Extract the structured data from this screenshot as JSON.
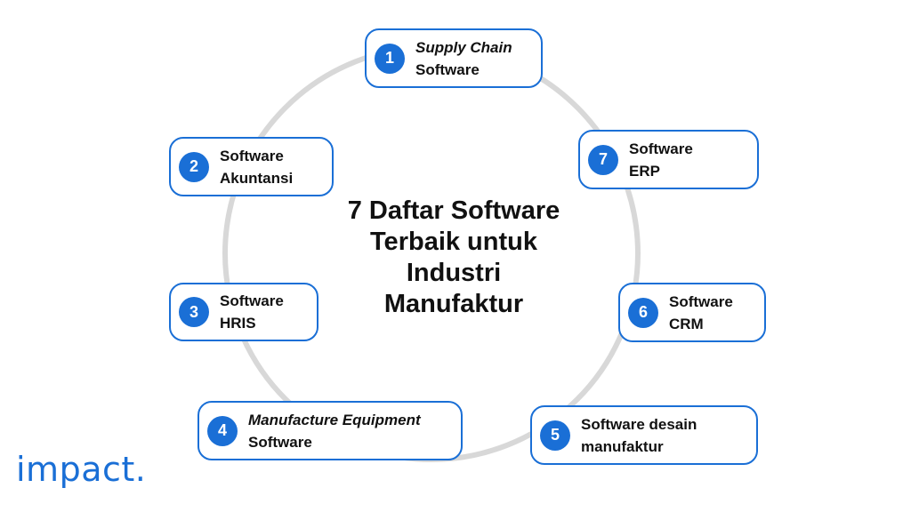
{
  "title_lines": [
    "7 Daftar Software",
    "Terbaik untuk",
    "Industri",
    "Manufaktur"
  ],
  "items": [
    {
      "number": "1",
      "line1": "Supply Chain",
      "line2": "Software",
      "line1_italic": true
    },
    {
      "number": "2",
      "line1": "Software",
      "line2": "Akuntansi",
      "line1_italic": false
    },
    {
      "number": "3",
      "line1": "Software",
      "line2": "HRIS",
      "line1_italic": false
    },
    {
      "number": "4",
      "line1": "Manufacture Equipment",
      "line2": "Software",
      "line1_italic": true
    },
    {
      "number": "5",
      "line1": "Software desain",
      "line2": "manufaktur",
      "line1_italic": false
    },
    {
      "number": "6",
      "line1": "Software",
      "line2": "CRM",
      "line1_italic": false
    },
    {
      "number": "7",
      "line1": "Software",
      "line2": "ERP",
      "line1_italic": false
    }
  ],
  "logo": "impact.",
  "colors": {
    "accent": "#1a6fd6",
    "ring": "#d8d8d8",
    "text": "#111111"
  }
}
